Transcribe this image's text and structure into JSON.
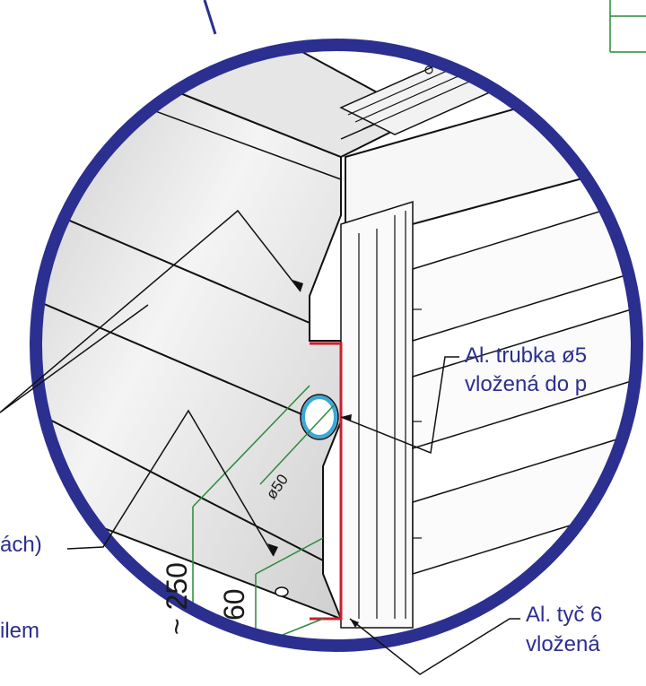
{
  "labels": {
    "tube_line1": "Al. trubka ø5",
    "tube_line2": "vložená do p",
    "bar_line1": "Al. tyč 6",
    "bar_line2": "vložená",
    "left_partial1": "ách)",
    "left_partial2": "ilem"
  },
  "dimensions": {
    "pipe_diameter": "ø50",
    "height_total": "~ 250",
    "height_small": "60"
  },
  "colors": {
    "ring": "#2b2f8f",
    "profile_red": "#cc1f2e",
    "dimension_green": "#2a8a3a",
    "pipe_blue": "#3aa8d8",
    "panel_grey": "#d9d9d9",
    "label_text": "#2b2f8f"
  }
}
